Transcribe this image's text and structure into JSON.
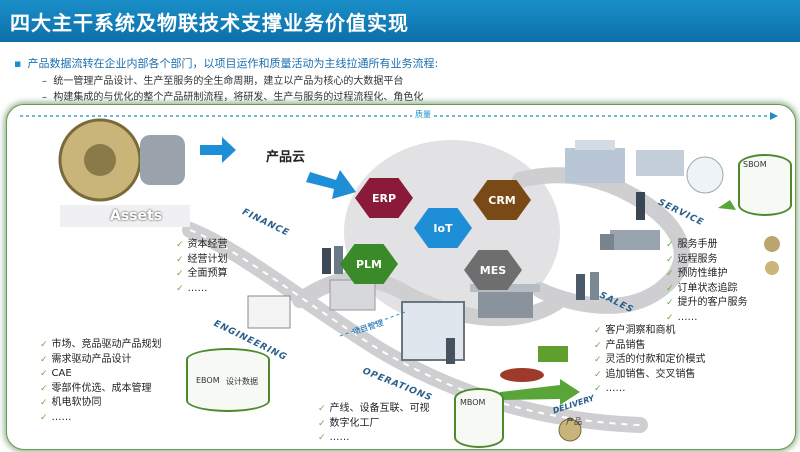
{
  "title": "四大主干系统及物联技术支撑业务价值实现",
  "intro": {
    "main": "产品数据流转在企业内部各个部门，以项目运作和质量活动为主线拉通所有业务流程:",
    "sub1": "统一管理产品设计、生产至服务的全生命周期，建立以产品为核心的大数据平台",
    "sub2": "构建集成的与优化的整个产品研制流程，将研发、生产与服务的过程流程化、角色化"
  },
  "diagram": {
    "quality_label": "质量",
    "cloud_label": "产品云",
    "assets_label": "Assets",
    "project_label": "项目管理",
    "sbom_label": "SBOM",
    "ebom_label": "EBOM",
    "design_data_label": "设计数据",
    "mbom_label": "MBOM",
    "product_label": "产品",
    "delivery_label": "DELIVERY",
    "systems": {
      "erp": "ERP",
      "crm": "CRM",
      "iot": "IoT",
      "plm": "PLM",
      "mes": "MES"
    },
    "road_labels": {
      "finance": "FINANCE",
      "engineering": "ENGINEERING",
      "operations": "OPERATIONS",
      "sales": "SALES",
      "service": "SERVICE"
    },
    "colors": {
      "erp": "#8b1a3a",
      "crm": "#7a4a16",
      "iot": "#1e8fd6",
      "plm": "#3a8a2a",
      "mes": "#6e6e6e"
    }
  },
  "lists": {
    "finance": [
      "资本经营",
      "经营计划",
      "全面预算",
      "……"
    ],
    "engineering": [
      "市场、竞品驱动产品规划",
      "需求驱动产品设计",
      "CAE",
      "零部件优选、成本管理",
      "机电软协同",
      "……"
    ],
    "operations": [
      "产线、设备互联、可视",
      "数字化工厂",
      "……"
    ],
    "sales": [
      "客户洞察和商机",
      "产品销售",
      "灵活的付款和定价模式",
      "追加销售、交叉销售",
      "……"
    ],
    "service": [
      "服务手册",
      "远程服务",
      "预防性维护",
      "订单状态追踪",
      "提升的客户服务",
      "……"
    ]
  }
}
